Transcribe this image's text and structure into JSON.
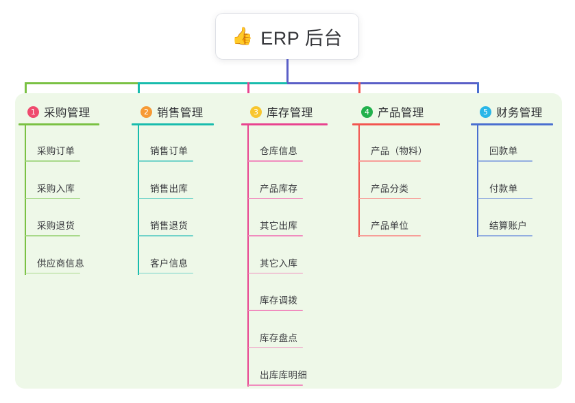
{
  "root": {
    "emoji": "👍",
    "icon_name": "thumbs-up-icon",
    "title": "ERP 后台"
  },
  "theme": {
    "page_background": "#ffffff",
    "panel_background": "#eef8e8",
    "root_card_background": "#ffffff",
    "root_connector": "#5a5fc7",
    "text_dark": "#2f3034",
    "text_leaf": "#3a3b3f"
  },
  "chart_data": {
    "type": "tree",
    "title": "ERP 后台",
    "orientation": "top-down",
    "branch_count": 5,
    "leaf_count": 21
  },
  "columns": [
    {
      "index": "1",
      "badge": "1",
      "badge_color": "#ef4b6e",
      "line_color": "#7ac143",
      "leaf_line_color": "#a8d98a",
      "connector_color": "#7ac143",
      "label": "采购管理",
      "leaves": [
        "采购订单",
        "采购入库",
        "采购退货",
        "供应商信息"
      ]
    },
    {
      "index": "2",
      "badge": "2",
      "badge_color": "#f79a35",
      "line_color": "#18bcad",
      "leaf_line_color": "#72d3c9",
      "connector_color": "#18bcad",
      "label": "销售管理",
      "leaves": [
        "销售订单",
        "销售出库",
        "销售退货",
        "客户信息"
      ]
    },
    {
      "index": "3",
      "badge": "3",
      "badge_color": "#f8c62e",
      "line_color": "#e8438f",
      "leaf_line_color": "#f08cbe",
      "connector_color": "#e8438f",
      "label": "库存管理",
      "leaves": [
        "仓库信息",
        "产品库存",
        "其它出库",
        "其它入库",
        "库存调拨",
        "库存盘点",
        "出库库明细"
      ]
    },
    {
      "index": "4",
      "badge": "4",
      "badge_color": "#22b14c",
      "line_color": "#f2554f",
      "leaf_line_color": "#f79e98",
      "connector_color": "#f2554f",
      "label": "产品管理",
      "leaves": [
        "产品（物料）",
        "产品分类",
        "产品单位"
      ]
    },
    {
      "index": "5",
      "badge": "5",
      "badge_color": "#29b6e8",
      "line_color": "#4a6fd0",
      "leaf_line_color": "#93aee0",
      "connector_color": "#4a6fd0",
      "label": "财务管理",
      "leaves": [
        "回款单",
        "付款单",
        "结算账户"
      ]
    }
  ]
}
